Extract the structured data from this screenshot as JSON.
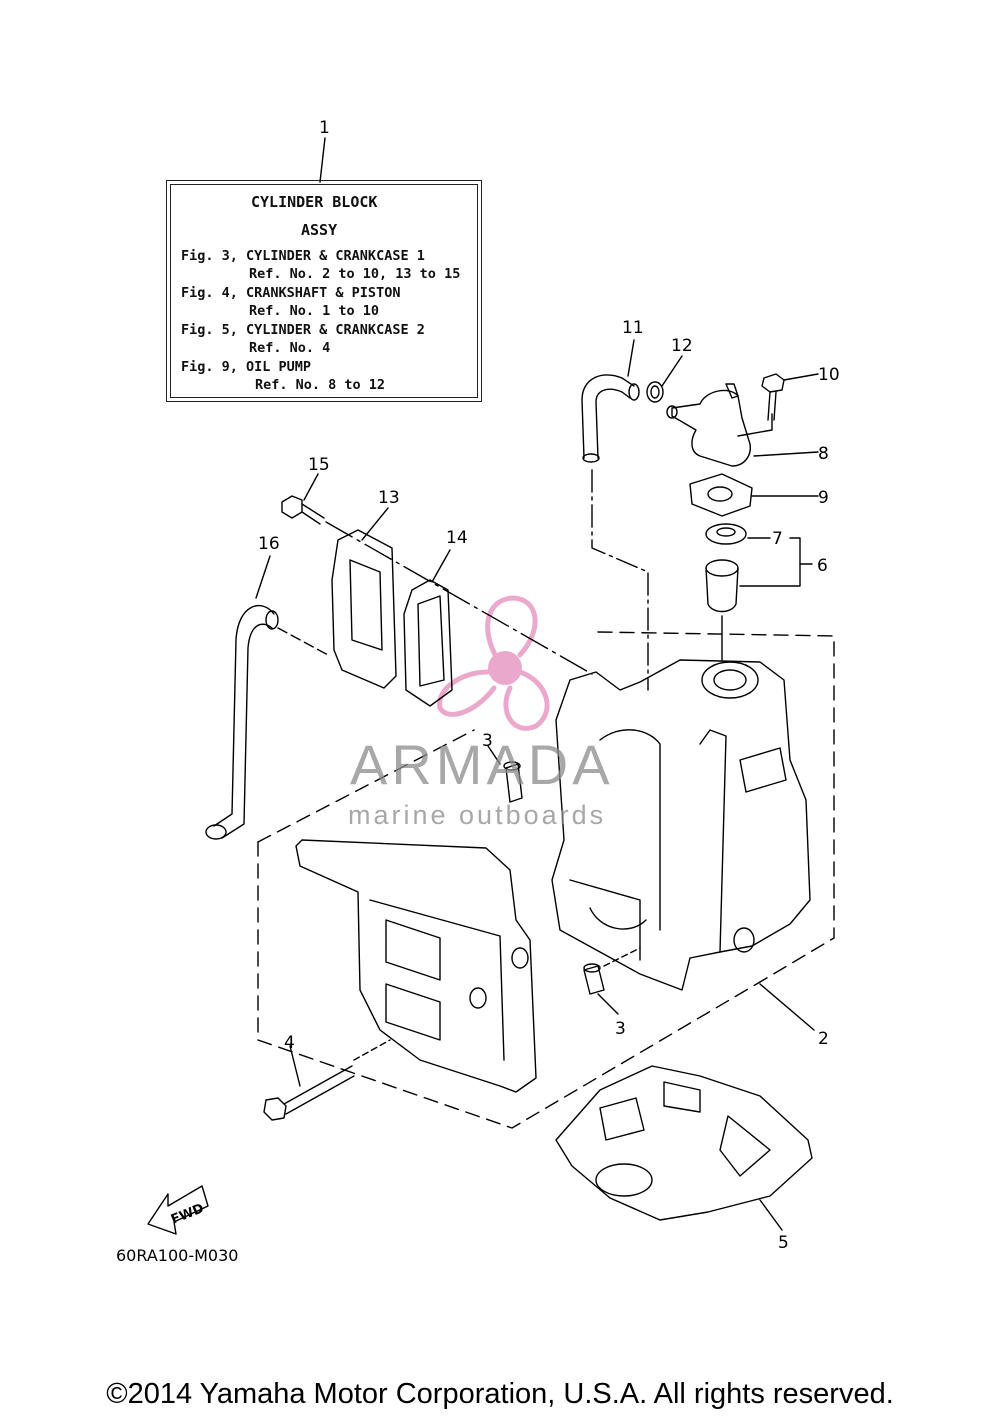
{
  "legend": {
    "lines": [
      "CYLINDER BLOCK",
      "ASSY",
      "Fig. 3, CYLINDER & CRANKCASE 1",
      "Ref. No. 2 to 10, 13 to 15",
      "Fig. 4, CRANKSHAFT & PISTON",
      "Ref. No. 1 to 10",
      "Fig. 5, CYLINDER & CRANKCASE 2",
      "Ref. No. 4",
      "Fig. 9, OIL PUMP",
      "Ref. No. 8 to 12"
    ]
  },
  "callouts": {
    "c1": "1",
    "c2": "2",
    "c3a": "3",
    "c3b": "3",
    "c4": "4",
    "c5": "5",
    "c6": "6",
    "c7": "7",
    "c8": "8",
    "c9": "9",
    "c10": "10",
    "c11": "11",
    "c12": "12",
    "c13": "13",
    "c14": "14",
    "c15": "15",
    "c16": "16"
  },
  "fwd_label": "FWD",
  "diagram_code": "60RA100-M030",
  "watermark": {
    "brand": "ARMADA",
    "tagline": "marine outboards"
  },
  "copyright": "©2014 Yamaha Motor Corporation, U.S.A. All rights reserved.",
  "colors": {
    "line": "#000000",
    "watermark_pink": "#e79bc4",
    "watermark_gray": "#8c8c8c"
  }
}
